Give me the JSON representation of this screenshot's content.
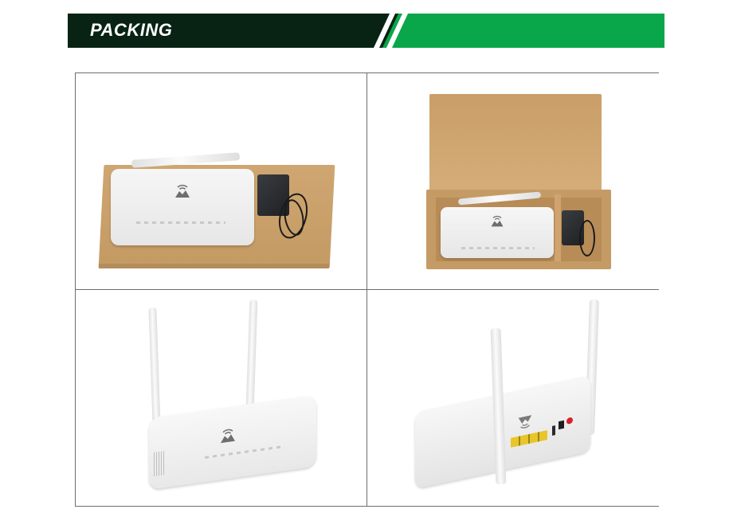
{
  "banner": {
    "title": "PACKING",
    "colors": {
      "dark": "#082314",
      "accent": "#0aa64a",
      "stripe": "#ffffff"
    }
  },
  "grid": {
    "border_color": "#6e6e6e",
    "cells": [
      {
        "id": "router-in-flat-box",
        "description": "White router lying on a flat kraft cardboard box next to a black power adapter with coiled cable",
        "logo_icon": "wifi-mountain-logo"
      },
      {
        "id": "router-in-open-box",
        "description": "Open kraft cardboard shipping box containing the white router and the black power adapter in a side compartment",
        "logo_icon": "wifi-mountain-logo"
      },
      {
        "id": "router-front-view",
        "description": "White router with two upright antennas, front three-quarter view",
        "logo_icon": "wifi-mountain-logo"
      },
      {
        "id": "router-rear-view",
        "description": "White router rear view showing four yellow LAN ports, USB port, power jack and red power button, with two antennas",
        "port_colors": {
          "lan": "#e8c62a",
          "power_button": "#d4232a"
        }
      }
    ]
  }
}
